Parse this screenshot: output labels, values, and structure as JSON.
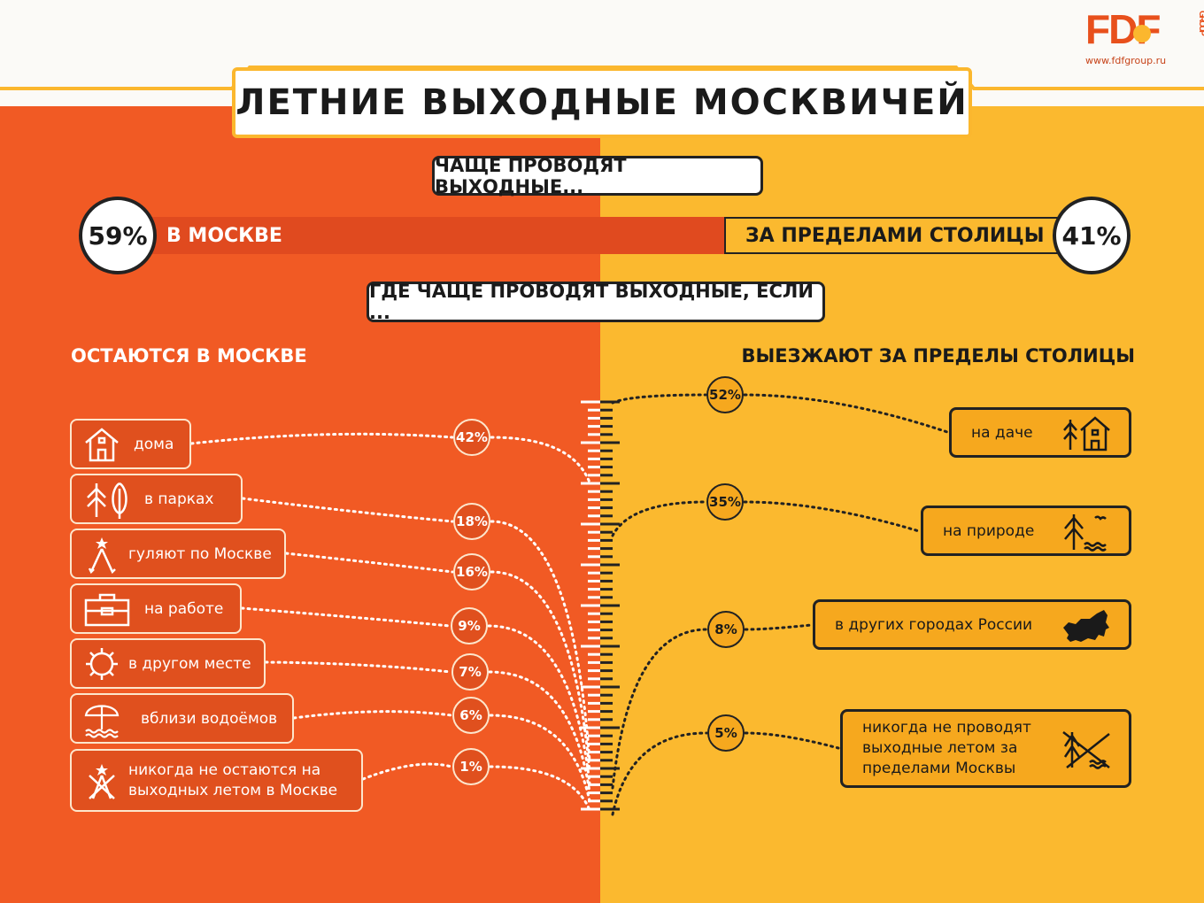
{
  "title": "ЛЕТНИЕ ВЫХОДНЫЕ МОСКВИЧЕЙ",
  "logo": {
    "text": "FDF",
    "group": "GROUP",
    "url": "www.fdfgroup.ru"
  },
  "question1": "ЧАЩЕ ПРОВОДЯТ ВЫХОДНЫЕ...",
  "split": {
    "left_pct": "59%",
    "left_label": "В МОСКВЕ",
    "right_pct": "41%",
    "right_label": "ЗА ПРЕДЕЛАМИ СТОЛИЦЫ"
  },
  "question2": "ГДЕ ЧАЩЕ ПРОВОДЯТ ВЫХОДНЫЕ, ЕСЛИ ...",
  "left_heading": "ОСТАЮТСЯ В МОСКВЕ",
  "right_heading": "ВЫЕЗЖАЮТ ЗА ПРЕДЕЛЫ СТОЛИЦЫ",
  "left_items": [
    {
      "label": "дома",
      "pct": "42%",
      "icon": "house-icon"
    },
    {
      "label": "в парках",
      "pct": "18%",
      "icon": "trees-icon"
    },
    {
      "label": "гуляют по Москве",
      "pct": "16%",
      "icon": "walking-compass-icon"
    },
    {
      "label": "на работе",
      "pct": "9%",
      "icon": "briefcase-icon"
    },
    {
      "label": "в другом месте",
      "pct": "7%",
      "icon": "sun-icon"
    },
    {
      "label": "вблизи водоёмов",
      "pct": "6%",
      "icon": "beach-umbrella-icon"
    },
    {
      "label": "никогда не остаются на выходных летом в Москве",
      "pct": "1%",
      "icon": "crossed-compass-icon"
    }
  ],
  "right_items": [
    {
      "label": "на даче",
      "pct": "52%",
      "icon": "dacha-icon"
    },
    {
      "label": "на природе",
      "pct": "35%",
      "icon": "nature-icon"
    },
    {
      "label": "в других городах России",
      "pct": "8%",
      "icon": "russia-map-icon"
    },
    {
      "label": "никогда не проводят выходные летом за пределами Москвы",
      "pct": "5%",
      "icon": "crossed-nature-icon"
    }
  ],
  "colors": {
    "left": "#f15a24",
    "right": "#fbb92f",
    "dark": "#222222"
  },
  "chart_data": {
    "type": "bar",
    "title": "ЛЕТНИЕ ВЫХОДНЫЕ МОСКВИЧЕЙ",
    "series": [
      {
        "name": "ЧАЩЕ ПРОВОДЯТ ВЫХОДНЫЕ...",
        "categories": [
          "В МОСКВЕ",
          "ЗА ПРЕДЕЛАМИ СТОЛИЦЫ"
        ],
        "values": [
          59,
          41
        ]
      },
      {
        "name": "ОСТАЮТСЯ В МОСКВЕ",
        "categories": [
          "дома",
          "в парках",
          "гуляют по Москве",
          "на работе",
          "в другом месте",
          "вблизи водоёмов",
          "никогда не остаются на выходных летом в Москве"
        ],
        "values": [
          42,
          18,
          16,
          9,
          7,
          6,
          1
        ]
      },
      {
        "name": "ВЫЕЗЖАЮТ ЗА ПРЕДЕЛЫ СТОЛИЦЫ",
        "categories": [
          "на даче",
          "на природе",
          "в других городах России",
          "никогда не проводят выходные летом за пределами Москвы"
        ],
        "values": [
          52,
          35,
          8,
          5
        ]
      }
    ],
    "unit": "%"
  }
}
